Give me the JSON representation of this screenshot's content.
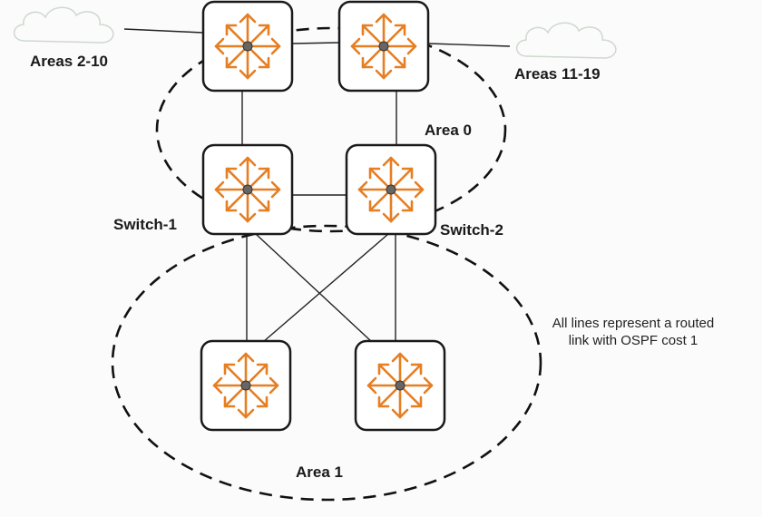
{
  "labels": {
    "areas_left": "Areas 2-10",
    "areas_right": "Areas 11-19",
    "area0": "Area 0",
    "area1": "Area 1",
    "switch1": "Switch-1",
    "switch2": "Switch-2"
  },
  "note": {
    "line1": "All lines represent a routed",
    "line2": "link with OSPF cost 1"
  },
  "colors": {
    "router_arrow": "#e67e22",
    "router_outline": "#1a1a1a",
    "cloud": "#cfd8cf"
  },
  "icons": {
    "router": "router-icon",
    "cloud": "cloud-icon"
  }
}
